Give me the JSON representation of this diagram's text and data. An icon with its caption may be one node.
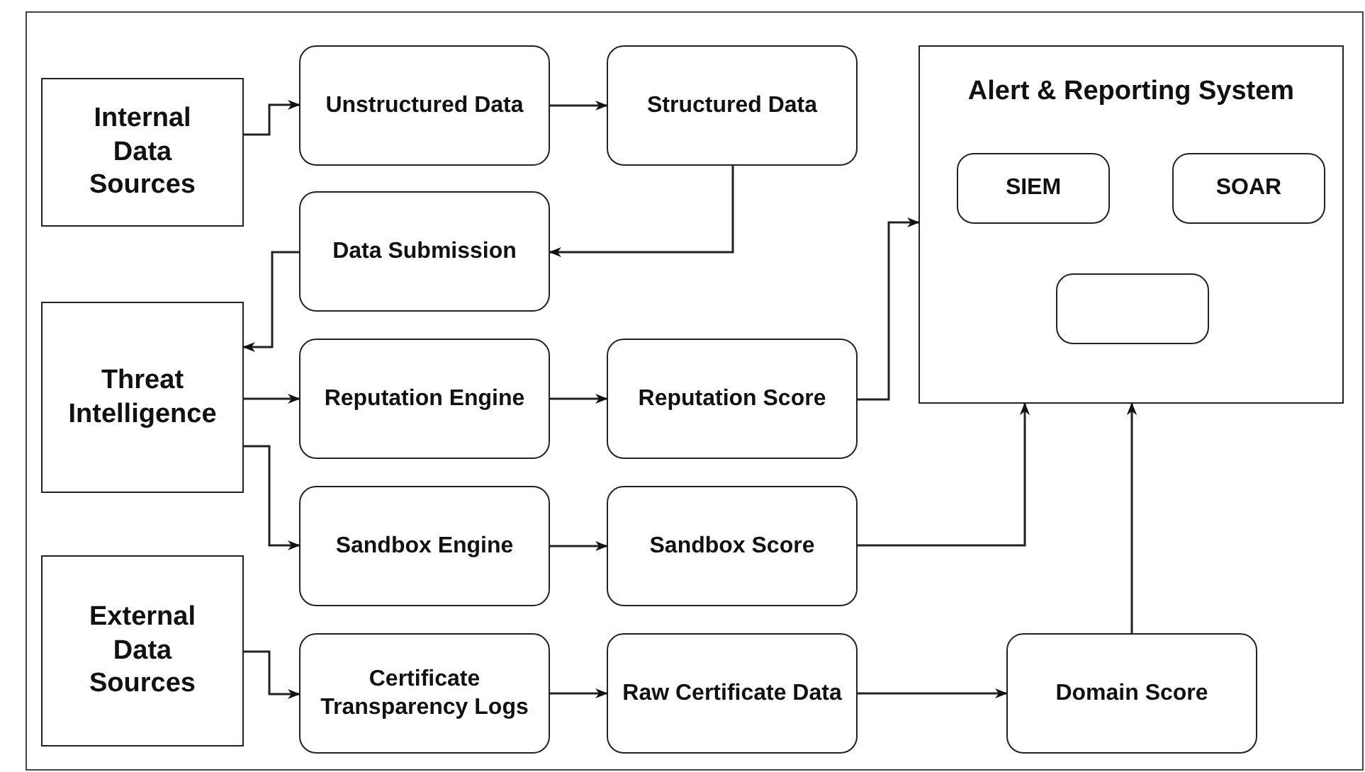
{
  "diagram": {
    "nodes": [
      {
        "text": [
          "Internal Data Sources"
        ]
      },
      {
        "text": [
          "Unstructured Data"
        ]
      },
      {
        "text": [
          "Structured Data"
        ]
      },
      {
        "text": [
          "Alert & Reporting System"
        ]
      },
      {
        "text": [
          "SIEM"
        ],
        "in": 3
      },
      {
        "text": [
          "SOAR"
        ],
        "in": 3
      },
      {
        "text": [],
        "shape": "box",
        "in": 3
      },
      {
        "text": [
          "Data Submission"
        ]
      },
      {
        "text": [
          "Threat Intelligence"
        ]
      },
      {
        "text": [
          "Reputation Engine"
        ]
      },
      {
        "text": [
          "Reputation Score"
        ]
      },
      {
        "text": [
          "Sandbox Engine"
        ]
      },
      {
        "text": [
          "Sandbox Score"
        ]
      },
      {
        "text": [
          "External Data Sources"
        ]
      },
      {
        "text": [
          "Certificate Transparency Logs"
        ]
      },
      {
        "text": [
          "Raw Certificate Data"
        ]
      },
      {
        "text": [
          "Domain Score"
        ]
      }
    ],
    "edges": [
      {
        "from": 0,
        "to": 1,
        "arrow": "to"
      },
      {
        "from": 1,
        "to": 2,
        "arrow": "to"
      },
      {
        "from": 2,
        "to": 7,
        "arrow": "to"
      },
      {
        "from": 7,
        "to": 8,
        "arrow": "to"
      },
      {
        "from": 8,
        "to": 9,
        "arrow": "to"
      },
      {
        "from": 8,
        "to": 11,
        "arrow": "to"
      },
      {
        "from": 9,
        "to": 10,
        "arrow": "to"
      },
      {
        "from": 11,
        "to": 12,
        "arrow": "to"
      },
      {
        "from": 10,
        "to": 3,
        "arrow": "to"
      },
      {
        "from": 12,
        "to": 3,
        "arrow": "to"
      },
      {
        "from": 13,
        "to": 14,
        "arrow": "to"
      },
      {
        "from": 14,
        "to": 15,
        "arrow": "to"
      },
      {
        "from": 15,
        "to": 16,
        "arrow": "to"
      },
      {
        "from": 16,
        "to": 3,
        "arrow": "to"
      }
    ]
  }
}
